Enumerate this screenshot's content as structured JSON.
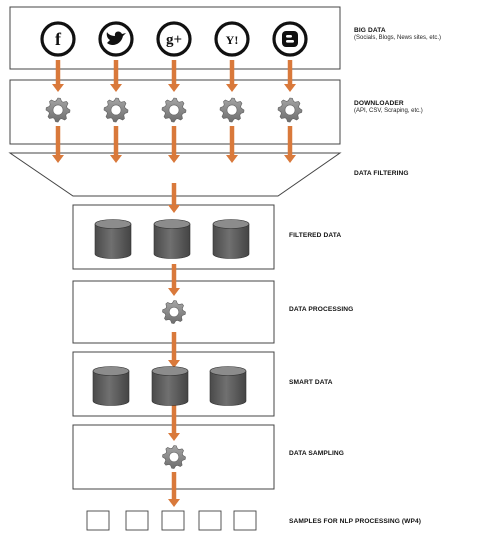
{
  "social_icons": [
    "facebook-icon",
    "twitter-icon",
    "google-plus-icon",
    "yahoo-icon",
    "blogger-icon"
  ],
  "icon_glyphs": {
    "facebook-icon": "f",
    "google-plus-icon": "g+",
    "yahoo-icon": "Y!"
  },
  "stages": {
    "big_data": {
      "title": "BIG DATA",
      "subtitle": "(Socials, Blogs, News sites, etc.)"
    },
    "downloader": {
      "title": "DOWNLOADER",
      "subtitle": "(API, CSV, Scraping, etc.)"
    },
    "data_filtering": {
      "title": "DATA FILTERING"
    },
    "filtered_data": {
      "title": "FILTERED DATA"
    },
    "data_processing": {
      "title": "DATA PROCESSING"
    },
    "smart_data": {
      "title": "SMART DATA"
    },
    "data_sampling": {
      "title": "DATA SAMPLING"
    },
    "samples": {
      "title": "SAMPLES FOR NLP PROCESSING (WP4)"
    }
  },
  "colors": {
    "arrow": "#d9793b",
    "gear": "#8a8a8a",
    "database": "#5a5a5a",
    "border": "#444444",
    "icon": "#111111"
  }
}
